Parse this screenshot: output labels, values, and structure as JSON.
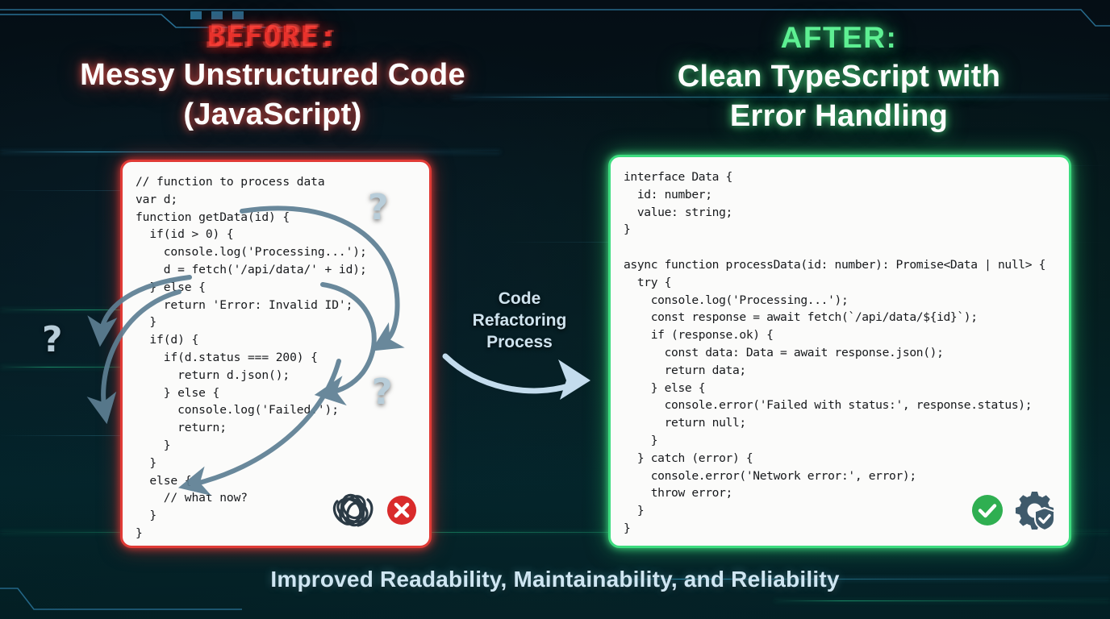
{
  "left": {
    "kicker": "BEFORE:",
    "title_line1": "Messy Unstructured Code",
    "title_line2": "(JavaScript)",
    "code": "// function to process data\nvar d;\nfunction getData(id) {\n  if(id > 0) {\n    console.log('Processing...');\n    d = fetch('/api/data/' + id);\n  } else {\n    return 'Error: Invalid ID';\n  }\n  if(d) {\n    if(d.status === 200) {\n      return d.json();\n    } else {\n      console.log('Failed.');\n      return;\n    }\n  }\n  else {\n    // what now?\n  }\n}",
    "icons": [
      "tangle-icon",
      "error-x-icon"
    ],
    "accent_color": "#e03b36",
    "annotations": [
      "?",
      "?",
      "?"
    ]
  },
  "right": {
    "kicker": "AFTER:",
    "title_line1": "Clean TypeScript with",
    "title_line2": "Error Handling",
    "code": "interface Data {\n  id: number;\n  value: string;\n}\n\nasync function processData(id: number): Promise<Data | null> {\n  try {\n    console.log('Processing...');\n    const response = await fetch(`/api/data/${id}`);\n    if (response.ok) {\n      const data: Data = await response.json();\n      return data;\n    } else {\n      console.error('Failed with status:', response.status);\n      return null;\n    }\n  } catch (error) {\n    console.error('Network error:', error);\n    throw error;\n  }\n}",
    "icons": [
      "success-check-icon",
      "gear-shield-icon"
    ],
    "accent_color": "#3ddc7f"
  },
  "center": {
    "label_line1": "Code",
    "label_line2": "Refactoring",
    "label_line3": "Process",
    "arrow": "curved-right-arrow-icon"
  },
  "footer": {
    "caption": "Improved Readability, Maintainability, and Reliability"
  },
  "theme": {
    "background": "#050d14",
    "panel_background": "#fbfbfa",
    "code_text": "#17191c",
    "before_accent": "#e03b36",
    "after_accent": "#3ddc7f",
    "hud_line": "#2f7fa8",
    "arrow_gray": "#5d7f93",
    "center_arrow": "#c3dced",
    "footer_text": "#cfe6f2"
  }
}
